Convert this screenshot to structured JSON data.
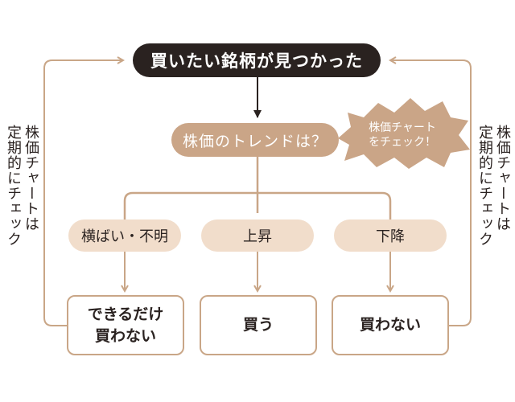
{
  "start": "買いたい銘柄が見つかった",
  "question": "株価のトレンドは？",
  "burst": {
    "line1": "株価チャート",
    "line2": "をチェック！"
  },
  "options": [
    {
      "label": "横ばい・不明"
    },
    {
      "label": "上昇"
    },
    {
      "label": "下降"
    }
  ],
  "results": [
    {
      "line1": "できるだけ",
      "line2": "買わない"
    },
    {
      "line1": "買う",
      "line2": ""
    },
    {
      "line1": "買わない",
      "line2": ""
    }
  ],
  "side_label": {
    "col1": "株価チャートは",
    "col2": "定期的にチェック"
  },
  "colors": {
    "dark": "#2a2220",
    "accent": "#c9a687",
    "light": "#f1ddcb",
    "mid": "#caa587"
  }
}
